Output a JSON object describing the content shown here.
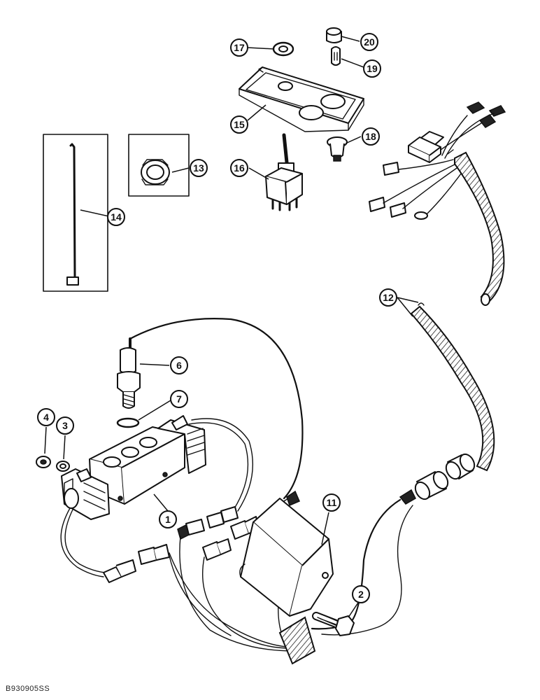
{
  "figure_code": "B930905SS",
  "callouts": [
    "1",
    "2",
    "3",
    "4",
    "6",
    "7",
    "11",
    "12",
    "13",
    "14",
    "15",
    "16",
    "17",
    "18",
    "19",
    "20"
  ]
}
